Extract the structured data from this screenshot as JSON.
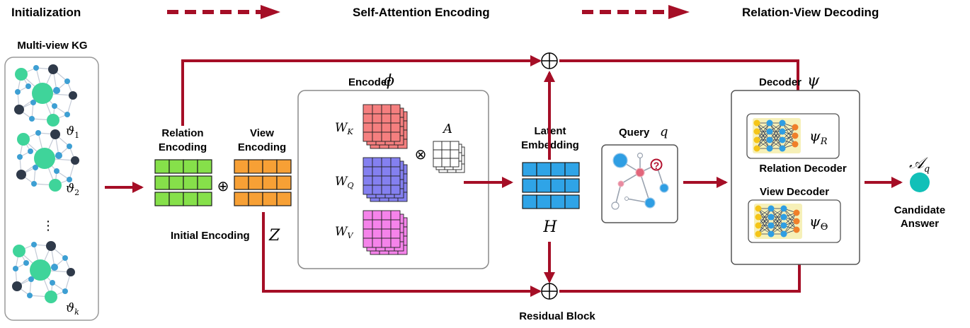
{
  "stages": {
    "initialization": "Initialization",
    "self_attention": "Self-Attention Encoding",
    "relation_view_decoding": "Relation-View Decoding"
  },
  "kg": {
    "title": "Multi-view KG",
    "views": [
      "ϑ",
      "ϑ",
      "ϑ"
    ],
    "view_subscripts": [
      "1",
      "2",
      "k"
    ],
    "ellipsis": "⋮"
  },
  "encoding": {
    "relation_line1": "Relation",
    "relation_line2": "Encoding",
    "view_line1": "View",
    "view_line2": "Encoding",
    "initial_label": "Initial Encoding",
    "initial_symbol": "Z",
    "concat_symbol": "⊕"
  },
  "encoder": {
    "title": "Encoder",
    "symbol": "ϕ",
    "wk": "W",
    "wk_sub": "K",
    "wq": "W",
    "wq_sub": "Q",
    "wv": "W",
    "wv_sub": "V",
    "a": "A",
    "product_symbol": "⊗"
  },
  "latent": {
    "line1": "Latent",
    "line2": "Embedding",
    "symbol": "H"
  },
  "residual": {
    "label": "Residual Block",
    "symbol": "⊕"
  },
  "query": {
    "label": "Query",
    "symbol": "q",
    "unknown_mark": "?"
  },
  "decoder": {
    "title": "Decoder",
    "symbol": "ψ",
    "relation_label": "Relation Decoder",
    "relation_symbol": "ψ",
    "relation_sub": "R",
    "view_label": "View Decoder",
    "view_symbol": "ψ",
    "view_sub": "Θ"
  },
  "answer": {
    "symbol": "𝒜",
    "symbol_sub": "q",
    "line1": "Candidate",
    "line2": "Answer"
  },
  "colors": {
    "arrow": "#a50e26",
    "relation_cells": "#86e04a",
    "view_cells": "#f7a035",
    "wk_cells": "#f57f7f",
    "wq_cells": "#8480f0",
    "wv_cells": "#f583ea",
    "latent_cells": "#2fa4e7",
    "kg_node": "#3fd49a",
    "kg_small": "#3d9fd3",
    "kg_dark": "#2f3a4a",
    "answer_node": "#12c0b8"
  }
}
